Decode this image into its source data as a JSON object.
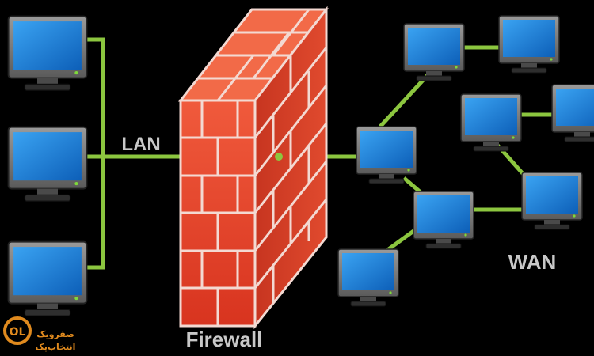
{
  "labels": {
    "lan": "LAN",
    "firewall": "Firewall",
    "wan": "WAN"
  },
  "logo": {
    "line1": "صفرویک",
    "line2": "انتخاب‌پک"
  },
  "colors": {
    "background": "#000000",
    "link": "#8cc63f",
    "brick": "#e8402a",
    "brick_dark": "#b52a18",
    "mortar": "#f3d9d2",
    "screen": "#1e7fd6",
    "monitor_frame": "#7d7d7d",
    "label": "#c8c8c8",
    "logo": "#e08a1e"
  },
  "devices": {
    "lan_computers": [
      "computer",
      "computer",
      "computer"
    ],
    "wan_computers": [
      "computer",
      "computer",
      "computer",
      "computer",
      "computer",
      "computer",
      "computer",
      "computer"
    ]
  }
}
